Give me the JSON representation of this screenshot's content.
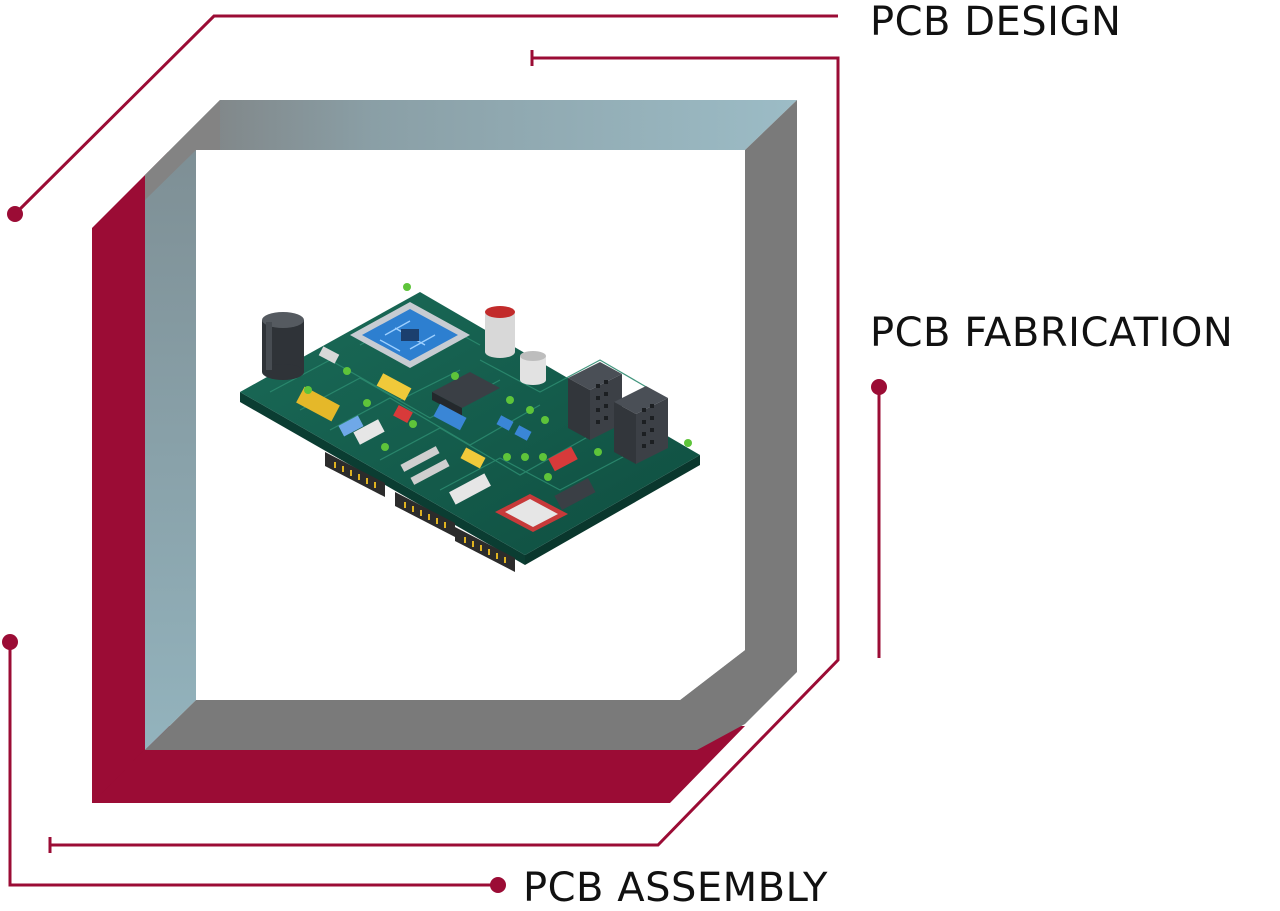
{
  "labels": {
    "design": "PCB DESIGN",
    "fabrication": "PCB FABRICATION",
    "assembly": "PCB ASSEMBLY"
  },
  "colors": {
    "accent": "#9b0c35",
    "frame_grey": "#7a7a7a",
    "frame_light": "#8fb1bb",
    "board_green": "#13594a",
    "text": "#111111"
  },
  "icons": {
    "center_image": "pcb-board-illustration"
  }
}
